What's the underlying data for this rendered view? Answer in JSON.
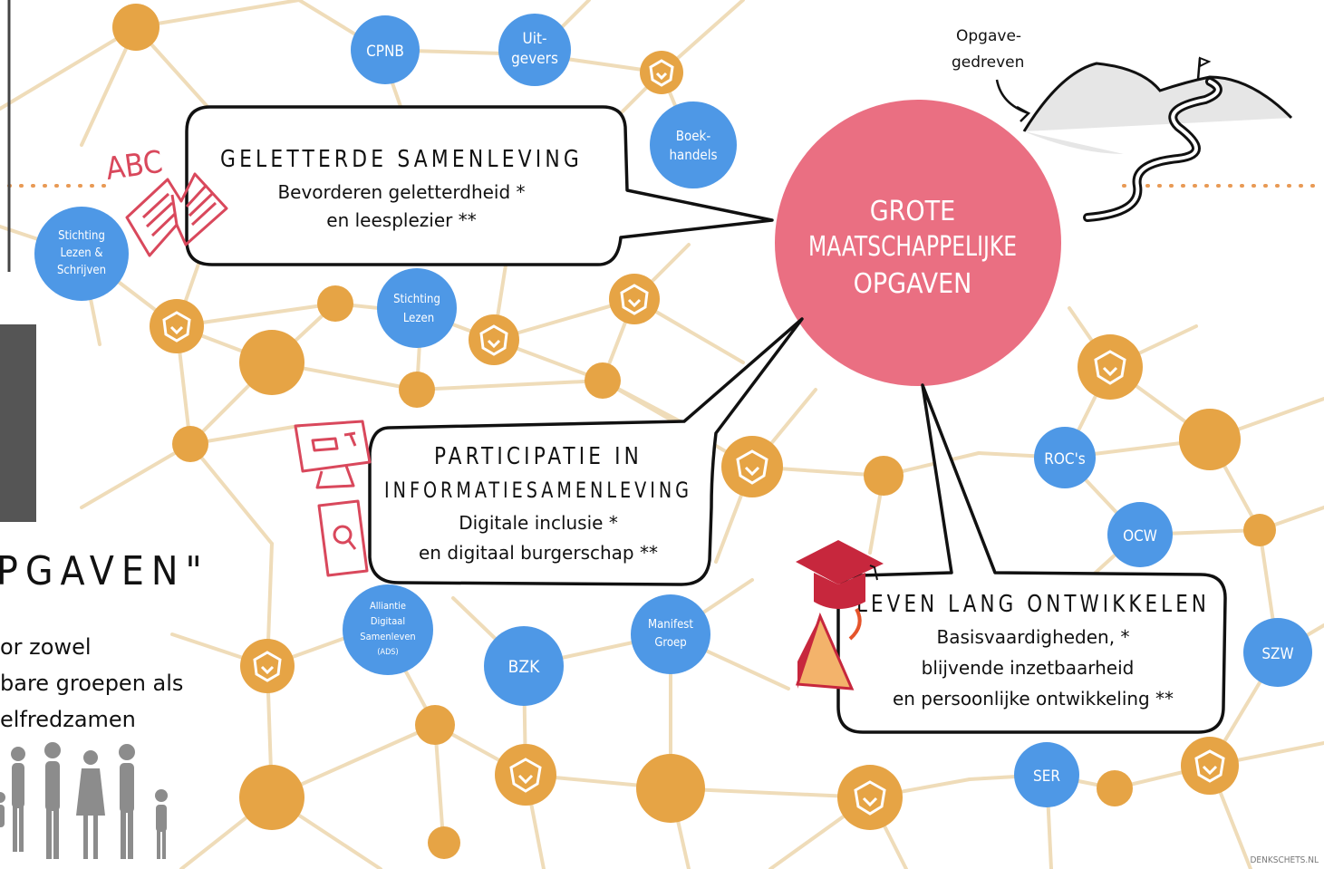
{
  "center": {
    "line1": "GROTE",
    "line2": "MAATSCHAPPELIJKE",
    "line3": "OPGAVEN"
  },
  "annotation": {
    "line1": "Opgave-",
    "line2": "gedreven"
  },
  "abc_label": "ABC",
  "bubbles": {
    "geletterd": {
      "title": "GELETTERDE SAMENLEVING",
      "line1": "Bevorderen geletterdheid *",
      "line2": "en leesplezier **"
    },
    "participatie": {
      "title1": "PARTICIPATIE IN",
      "title2": "INFORMATIESAMENLEVING",
      "line1": "Digitale inclusie *",
      "line2": "en digitaal burgerschap **"
    },
    "leven": {
      "title": "LEVEN LANG ONTWIKKELEN",
      "line1": "Basisvaardigheden, *",
      "line2": "blijvende inzetbaarheid",
      "line3": "en persoonlijke ontwikkeling **"
    }
  },
  "partners": {
    "cpnb": "CPNB",
    "uitgevers1": "Uit-",
    "uitgevers2": "gevers",
    "boekhandels1": "Boek-",
    "boekhandels2": "handels",
    "slz1": "Stichting",
    "slz2": "Lezen &",
    "slz3": "Schrijven",
    "sl1": "Stichting",
    "sl2": "Lezen",
    "rocs": "ROC's",
    "ocw": "OCW",
    "szw": "SZW",
    "bzk": "BZK",
    "ser": "SER",
    "mg1": "Manifest",
    "mg2": "Groep",
    "ads1": "Alliantie",
    "ads2": "Digitaal",
    "ads3": "Samenleven",
    "ads4": "(ADS)"
  },
  "left_panel": {
    "heading": "PGAVEN\"",
    "line1": "or zowel",
    "line2": "bare groepen als",
    "line3": "elfredzamen"
  },
  "credit": "DENKSCHETS.NL",
  "colors": {
    "center": "#ea6f82",
    "orange_node": "#e6a445",
    "blue_node": "#4e98e6",
    "edge": "#efdcb9",
    "dotted_line": "#e89a55",
    "icon_red": "#d9485c",
    "cap_red": "#c7273d",
    "gray_block": "#555555"
  }
}
